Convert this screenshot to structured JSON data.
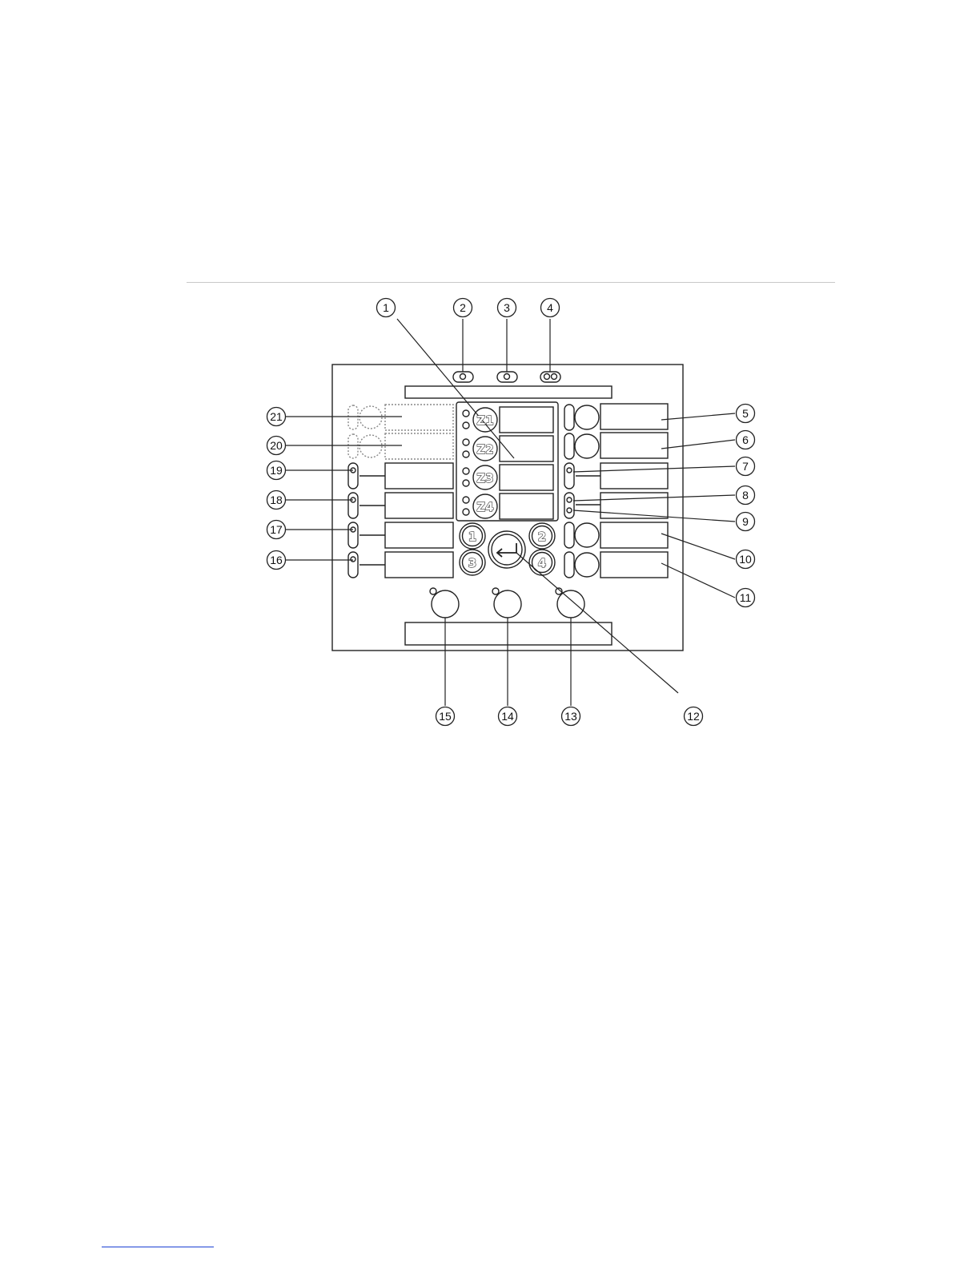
{
  "callouts": [
    "1",
    "2",
    "3",
    "4",
    "5",
    "6",
    "7",
    "8",
    "9",
    "10",
    "11",
    "12",
    "13",
    "14",
    "15",
    "16",
    "17",
    "18",
    "19",
    "20",
    "21"
  ],
  "zone_keys": [
    "Z1",
    "Z2",
    "Z3",
    "Z4"
  ],
  "number_keys": [
    "1",
    "2",
    "3",
    "4"
  ],
  "enter_key_icon": "enter-return-icon",
  "colors": {
    "line": "#222222",
    "dotted": "#888888",
    "rule": "#c8c8c8",
    "link": "#1a3fd4"
  }
}
